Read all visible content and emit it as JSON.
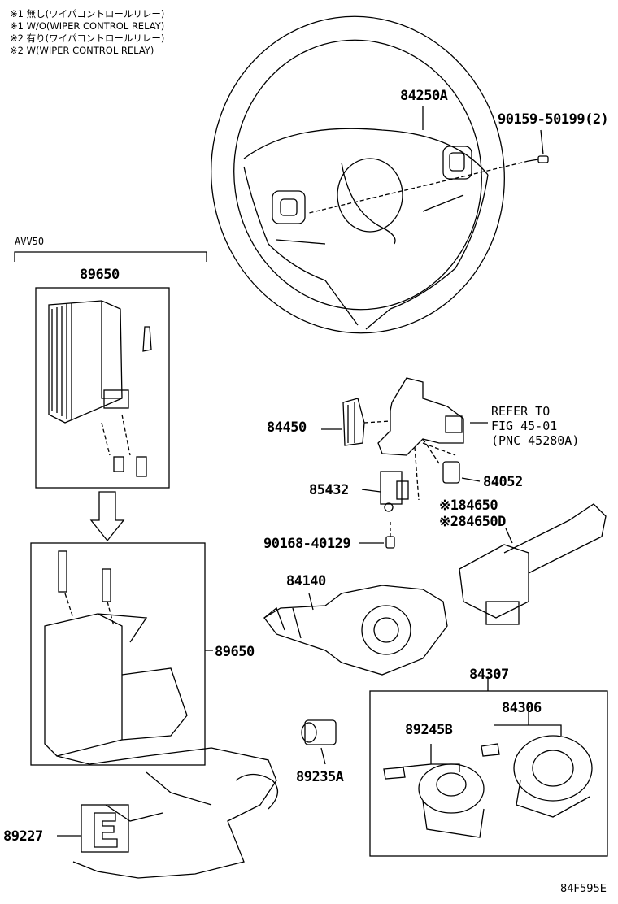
{
  "notes": [
    "※1 無し(ワイパコントロールリレー)",
    "※1 W/O(WIPER CONTROL RELAY)",
    "※2 有り(ワイパコントロールリレー)",
    "※2 W(WIPER CONTROL RELAY)"
  ],
  "variant_label": "AVV50",
  "refer": [
    "REFER TO",
    "FIG 45-01",
    "(PNC 45280A)"
  ],
  "parts": {
    "p84250A": "84250A",
    "p90159": "90159-50199(2)",
    "p89650_top": "89650",
    "p89650_side": "89650",
    "p84450": "84450",
    "p84052": "84052",
    "p85432": "85432",
    "p84650": "※184650",
    "p84650D": "※284650D",
    "p90168": "90168-40129",
    "p84140": "84140",
    "p84307": "84307",
    "p84306": "84306",
    "p89245B": "89245B",
    "p89235A": "89235A",
    "p89227": "89227"
  },
  "figure_code": "84F595E",
  "line_color": "#000000"
}
